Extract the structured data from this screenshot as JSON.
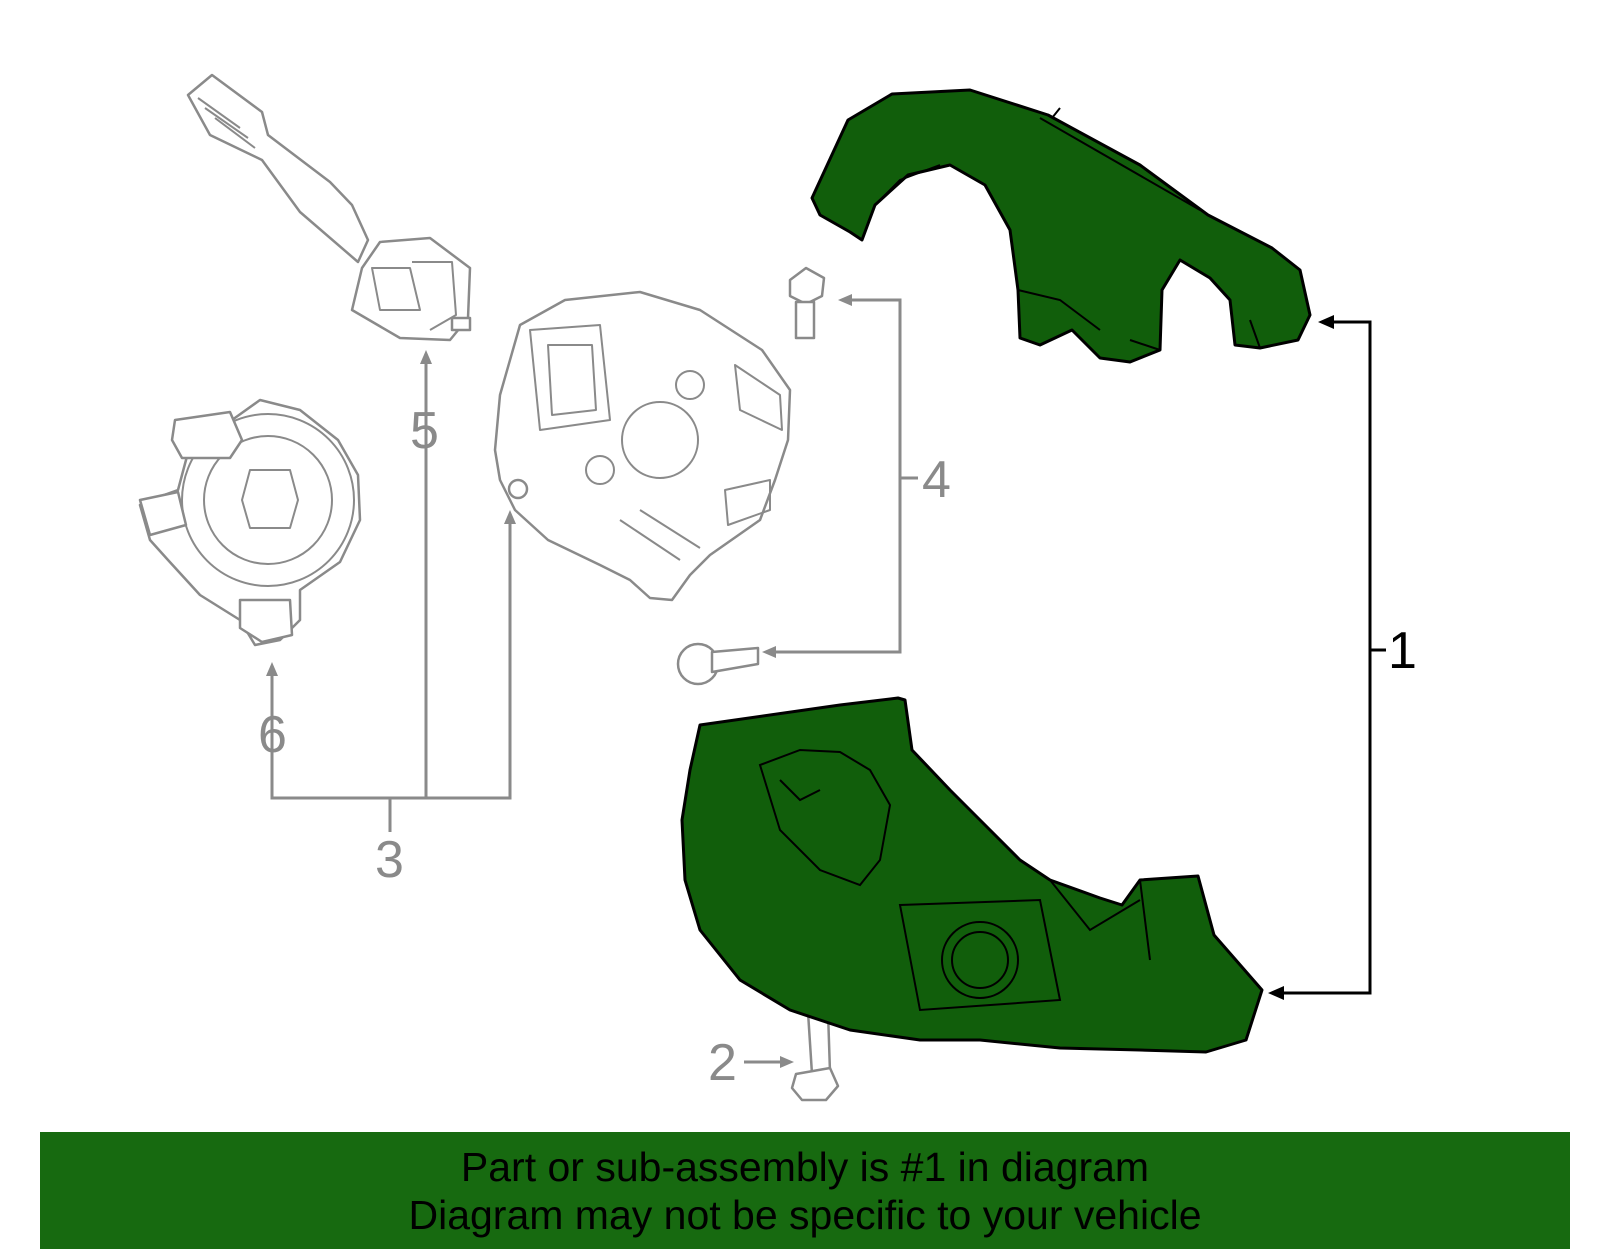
{
  "colors": {
    "highlight": "#115e0b",
    "banner": "#176a10",
    "part_outline": "#8a8a8a",
    "callout_gray": "#8a8a8a",
    "callout_black": "#000000"
  },
  "callouts": {
    "c1": "1",
    "c2": "2",
    "c3": "3",
    "c4": "4",
    "c5": "5",
    "c6": "6"
  },
  "banner": {
    "line1": "Part or sub-assembly is #1 in diagram",
    "line2": "Diagram may not be specific to your vehicle"
  }
}
